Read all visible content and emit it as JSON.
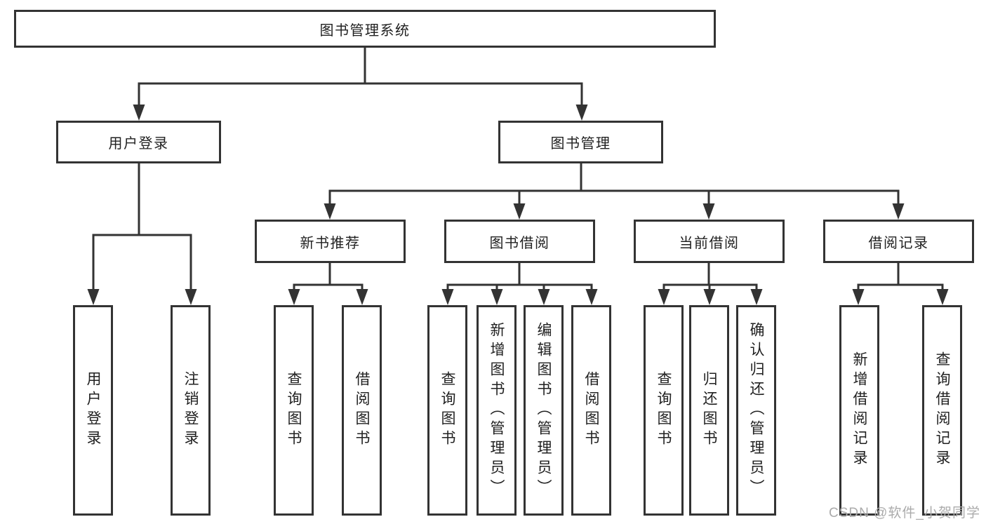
{
  "diagram": {
    "root_label": "图书管理系统",
    "user_login": {
      "label": "用户登录",
      "children": [
        "用户登录",
        "注销登录"
      ]
    },
    "book_management": {
      "label": "图书管理",
      "sections": [
        {
          "label": "新书推荐",
          "children": [
            "查询图书",
            "借阅图书"
          ]
        },
        {
          "label": "图书借阅",
          "children": [
            "查询图书",
            "新增图书（管理员）",
            "编辑图书（管理员）",
            "借阅图书"
          ]
        },
        {
          "label": "当前借阅",
          "children": [
            "查询图书",
            "归还图书",
            "确认归还（管理员）"
          ]
        },
        {
          "label": "借阅记录",
          "children": [
            "新增借阅记录",
            "查询借阅记录"
          ]
        }
      ]
    }
  },
  "watermark": "CSDN @软件_小贺同学",
  "colors": {
    "canvas": "#ffffff",
    "line": "#333333",
    "text": "#212121",
    "watermark": "#ababab"
  }
}
